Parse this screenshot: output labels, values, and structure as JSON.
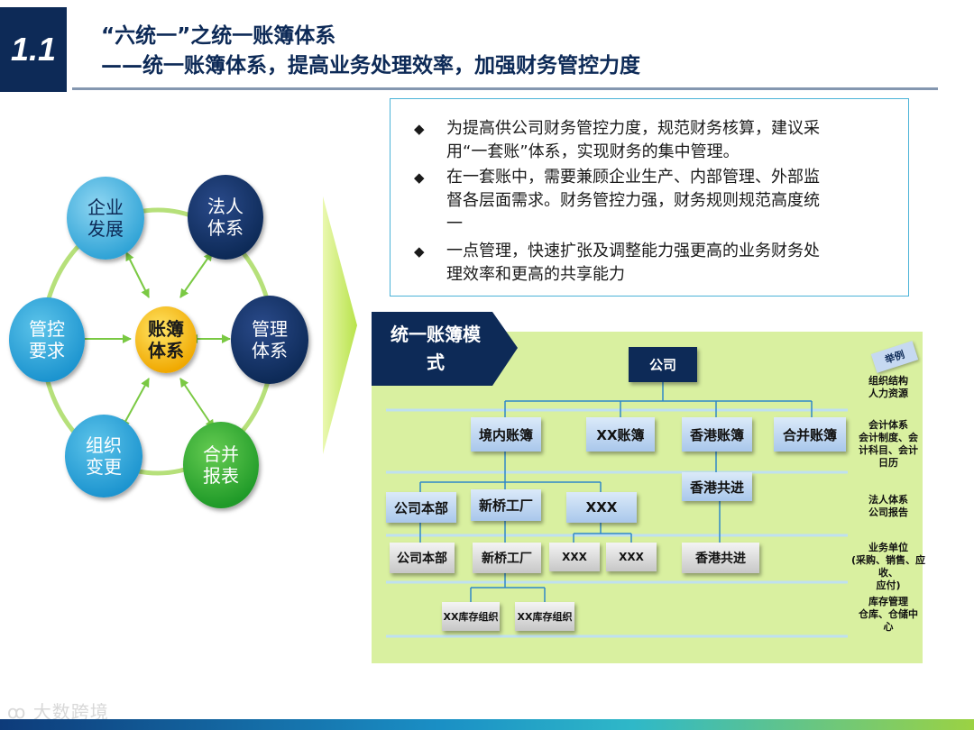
{
  "header": {
    "section_number": "1.1",
    "title": "“六统一”之统一账簿体系",
    "subtitle": "——统一账簿体系，提高业务处理效率，加强财务管控力度"
  },
  "hub": {
    "center": [
      "账簿",
      "体系"
    ],
    "top_left": [
      "企业",
      "发展"
    ],
    "top_right": [
      "法人",
      "体系"
    ],
    "mid_left": [
      "管控",
      "要求"
    ],
    "mid_right": [
      "管理",
      "体系"
    ],
    "bottom_left": [
      "组织",
      "变更"
    ],
    "bottom_right": [
      "合并",
      "报表"
    ]
  },
  "bullets": [
    {
      "marker": "◆",
      "lines": [
        "为提高供公司财务管控力度，规范财务核算，建议采",
        "用“一套账”体系，实现财务的集中管理。"
      ]
    },
    {
      "marker": "◆",
      "lines": [
        "在一套账中，需要兼顾企业生产、内部管理、外部监",
        "督各层面需求。财务管控力强，财务规则规范高度统",
        "一"
      ]
    },
    {
      "marker": "◆",
      "lines": [
        "一点管理，快速扩张及调整能力强更高的业务财务处",
        "理效率和更高的共享能力"
      ]
    }
  ],
  "org_chart": {
    "banner": [
      "统一账簿模",
      "式"
    ],
    "example_tag": "举例",
    "root": "公司",
    "books": [
      "境内账簿",
      "XX账簿",
      "香港账簿",
      "合并账簿"
    ],
    "level3": [
      "公司本部",
      "新桥工厂",
      "XXX",
      "香港共进"
    ],
    "level4": [
      "公司本部",
      "新桥工厂",
      "XXX",
      "XXX",
      "香港共进"
    ],
    "level5": [
      "XX库存组织",
      "XX库存组织"
    ],
    "side_labels": [
      [
        "组织结构",
        "人力资源"
      ],
      [
        "会计体系",
        "会计制度、会",
        "计科目、会计",
        "日历"
      ],
      [
        "法人体系",
        "公司报告"
      ],
      [
        "业务单位",
        "(采购、销售、应收、",
        "应付)"
      ],
      [
        "库存管理",
        "仓库、仓储中",
        "心"
      ]
    ]
  },
  "watermark": "大数跨境",
  "colors": {
    "navy": "#0d2a57",
    "panel": "#d9f0a0",
    "accent": "#4bb3d8",
    "green": "#1f9a28"
  }
}
